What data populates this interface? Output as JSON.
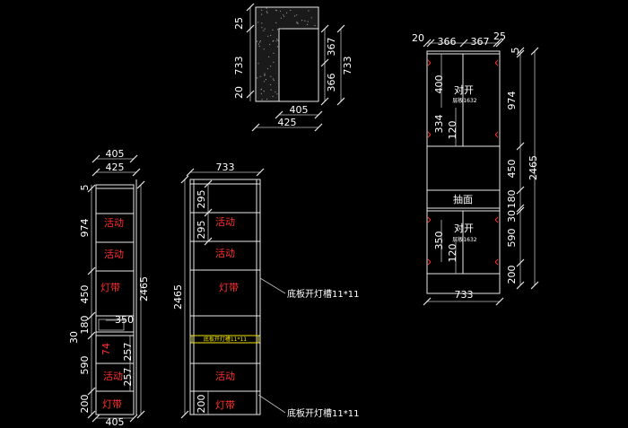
{
  "top_view": {
    "dims": {
      "top": "25",
      "height": "733",
      "bottom": "20",
      "r1": "367",
      "r2": "366",
      "r_total": "733",
      "inner_w": "405",
      "outer_w": "425"
    }
  },
  "right_view": {
    "dims": {
      "d20": "20",
      "d366": "366",
      "d367": "367",
      "d25": "25",
      "d5": "5",
      "d400": "400",
      "d334": "334",
      "d120a": "120",
      "d350": "350",
      "d120b": "120",
      "d974": "974",
      "d450": "450",
      "d180": "180",
      "d30": "30",
      "d590": "590",
      "d200": "200",
      "d2465": "2465",
      "bottom_w": "733"
    },
    "labels": {
      "door_top": "对开",
      "door_top_sub": "层板1632",
      "drawer": "抽面",
      "door_bottom": "对开",
      "door_bottom_sub": "层板1632"
    }
  },
  "left_view": {
    "dims": {
      "w405": "405",
      "w425": "425",
      "d5": "5",
      "d974": "974",
      "d450": "450",
      "d180": "180",
      "d30": "30",
      "d350": "350",
      "d590": "590",
      "d257a": "257",
      "d257b": "257",
      "d200": "200",
      "total": "2465",
      "bottom_w": "405"
    },
    "labels": {
      "active1": "活动",
      "active2": "活动",
      "light_strip": "灯带",
      "drawer_mark": "74",
      "active3": "活动",
      "light_strip2": "灯带"
    }
  },
  "mid_view": {
    "dims": {
      "top_w": "733",
      "d295a": "295",
      "d295b": "295",
      "total": "2465",
      "d200": "200"
    },
    "labels": {
      "active1": "活动",
      "active2": "活动",
      "light_strip": "灯带",
      "yellow": "底板开灯槽11*11",
      "active3": "活动",
      "light_strip2": "灯带"
    },
    "notes": {
      "note1": "底板开灯槽11*11",
      "note2": "底板开灯槽11*11"
    }
  }
}
